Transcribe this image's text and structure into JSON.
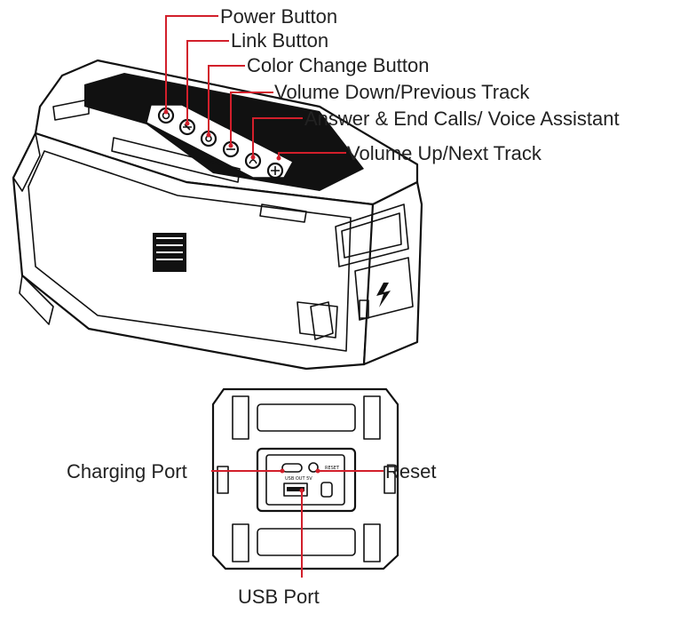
{
  "labels": {
    "power_button": "Power Button",
    "link_button": "Link Button",
    "color_change_button": "Color Change Button",
    "volume_down": "Volume Down/Previous Track",
    "answer_calls": "Answer & End Calls/ Voice Assistant",
    "volume_up": "Volume Up/Next Track",
    "charging_port": "Charging Port",
    "reset": "Reset",
    "usb_port": "USB Port"
  },
  "port_panel_text": {
    "usb_out": "USB OUT 5V"
  },
  "colors": {
    "leader_line": "#d21f2b",
    "outline": "#111111",
    "label_text": "#222222"
  }
}
